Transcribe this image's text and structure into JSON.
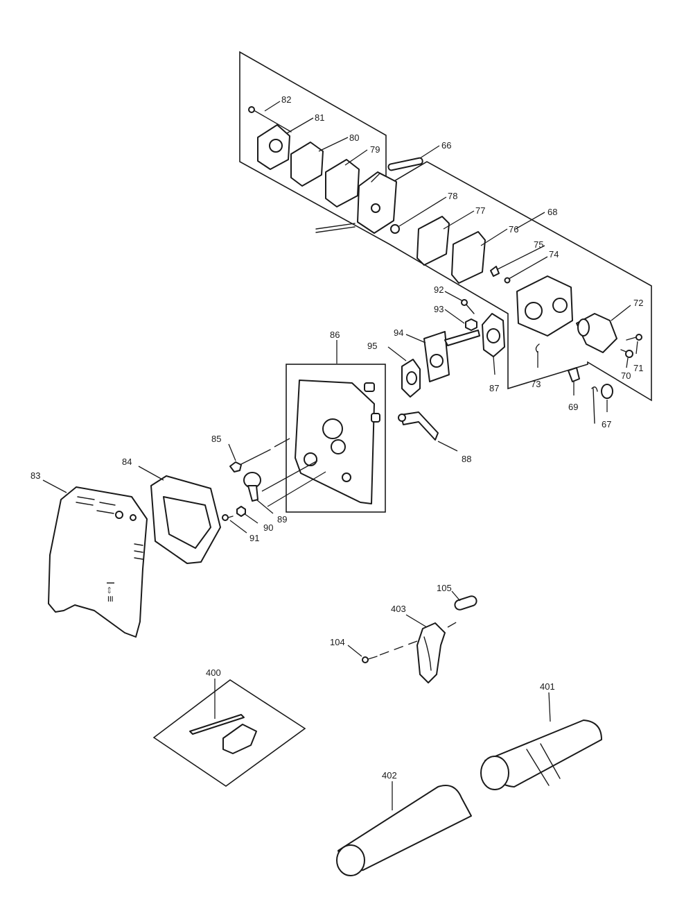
{
  "diagram": {
    "callouts": [
      "82",
      "81",
      "80",
      "79",
      "66",
      "78",
      "68",
      "77",
      "76",
      "75",
      "74",
      "92",
      "93",
      "72",
      "94",
      "95",
      "86",
      "87",
      "71",
      "70",
      "73",
      "69",
      "67",
      "85",
      "88",
      "84",
      "83",
      "89",
      "90",
      "91",
      "105",
      "403",
      "104",
      "400",
      "401",
      "402"
    ],
    "markings": {
      "cover_symbol": "I⇔≡"
    }
  }
}
